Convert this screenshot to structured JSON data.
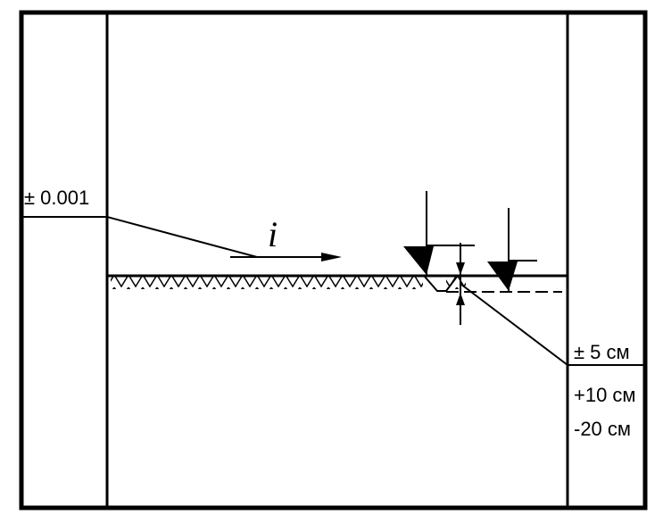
{
  "labels": {
    "left_level": "± 0.001",
    "slope_symbol": "i",
    "tolerance_level": "± 5 см",
    "tolerance_plus": "+10 см",
    "tolerance_minus": "-20 см"
  },
  "colors": {
    "ink": "#000000",
    "background": "#ffffff"
  }
}
